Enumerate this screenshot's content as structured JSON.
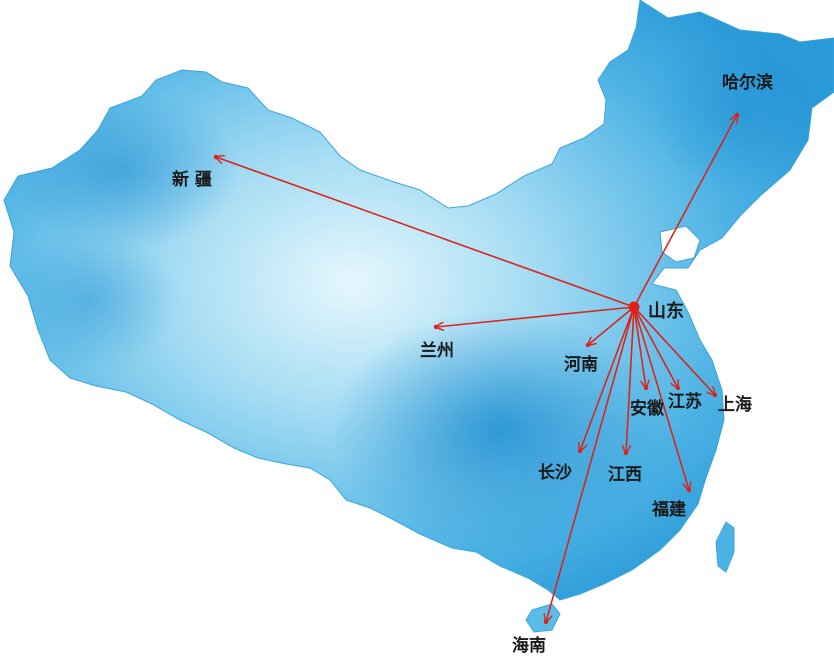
{
  "map": {
    "origin": {
      "id": "shandong",
      "label": "山东"
    },
    "destinations": [
      {
        "id": "harbin",
        "label": "哈尔滨"
      },
      {
        "id": "xinjiang",
        "label": "新 疆"
      },
      {
        "id": "lanzhou",
        "label": "兰州"
      },
      {
        "id": "henan",
        "label": "河南"
      },
      {
        "id": "anhui",
        "label": "安徽"
      },
      {
        "id": "jiangsu",
        "label": "江苏"
      },
      {
        "id": "shanghai",
        "label": "上海"
      },
      {
        "id": "changsha",
        "label": "长沙"
      },
      {
        "id": "jiangxi",
        "label": "江西"
      },
      {
        "id": "fujian",
        "label": "福建"
      },
      {
        "id": "hainan",
        "label": "海南"
      }
    ],
    "colors": {
      "land_light": "#d9f1fb",
      "land_mid": "#7cc8ec",
      "land_dark": "#2a9ad8",
      "route": "#d8261c",
      "point": "#e0201a",
      "text": "#1a1a1a"
    }
  }
}
